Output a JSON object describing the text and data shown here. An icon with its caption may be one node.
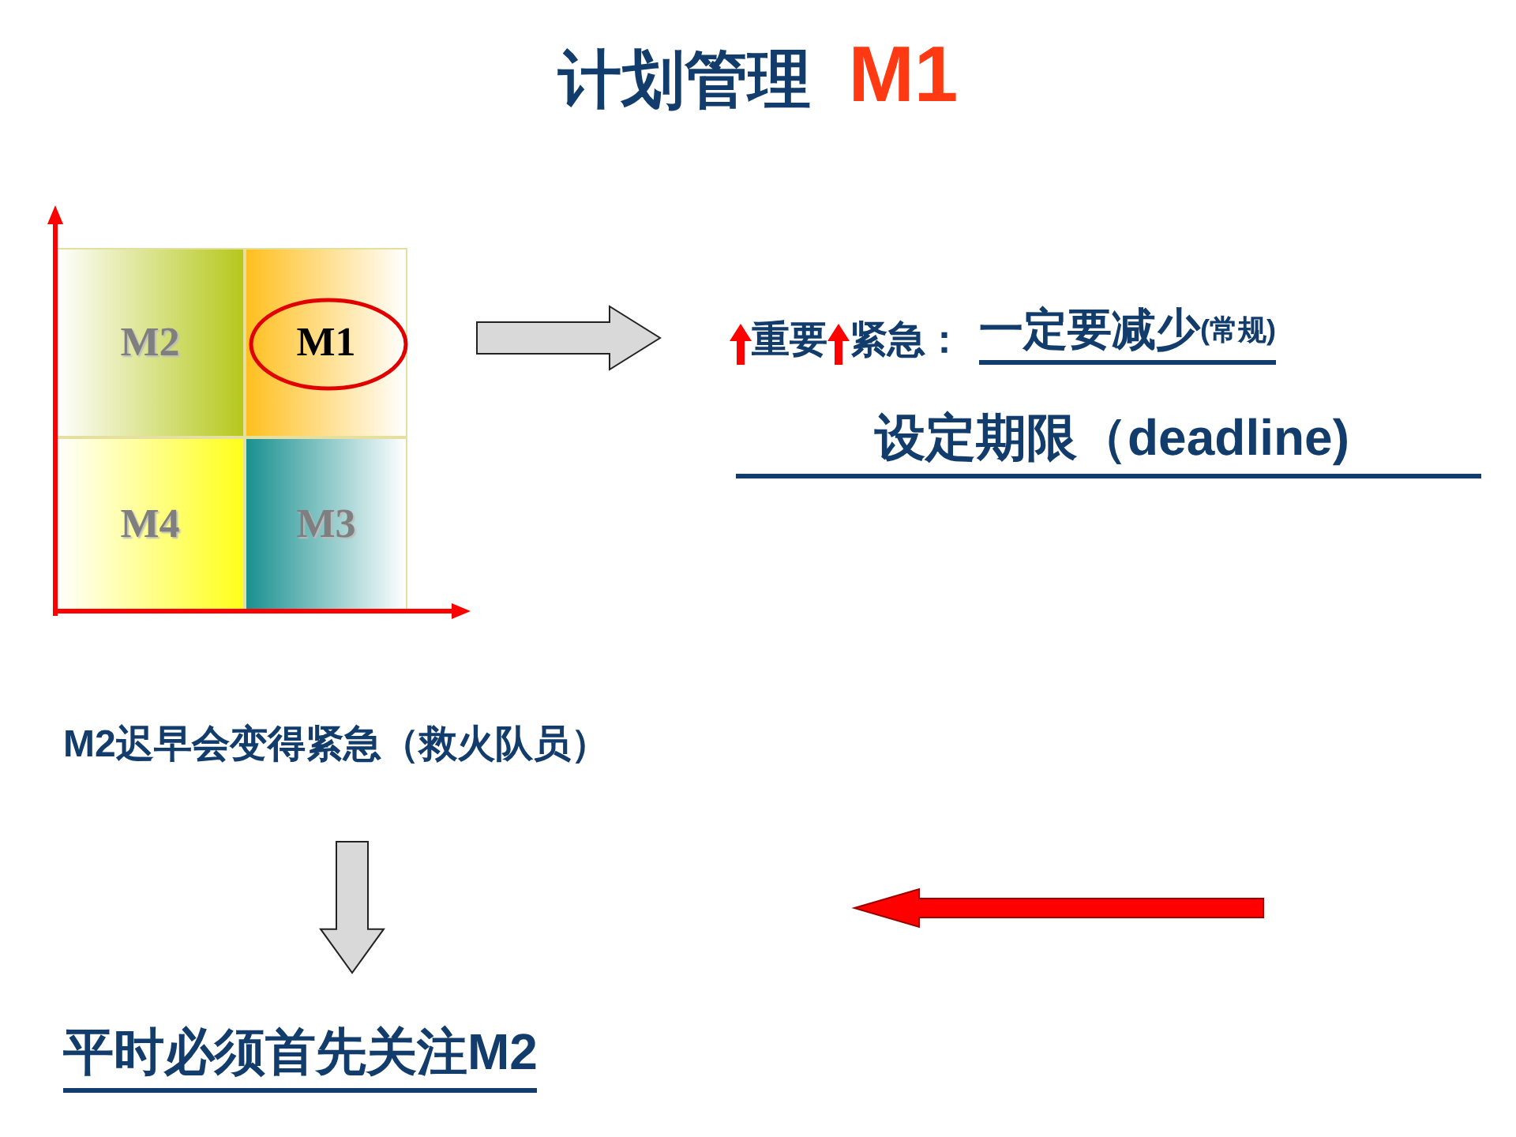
{
  "diagram": {
    "title": "计划管理",
    "nodes": [
      {
        "text": [],
        "shape": "box"
      },
      {
        "text": [
          "M2"
        ],
        "in": 0
      },
      {
        "text": [
          "M1"
        ],
        "in": 0
      },
      {
        "text": [
          "M4"
        ],
        "in": 0
      },
      {
        "text": [
          "M3"
        ],
        "in": 0
      },
      {
        "text": [
          "重要",
          "紧急：",
          "一定要减少",
          "(常规)",
          "设定期限（deadline)"
        ]
      },
      {
        "text": [
          "M2迟早会变得紧急（救火队员）"
        ]
      },
      {
        "text": [
          "平时必须首先关注M2"
        ]
      }
    ],
    "edges": [
      {
        "from": 0,
        "to": 5,
        "arrow": "to"
      },
      {
        "from": 6,
        "to": 7,
        "arrow": "to"
      }
    ],
    "labels": [
      "M1"
    ]
  }
}
